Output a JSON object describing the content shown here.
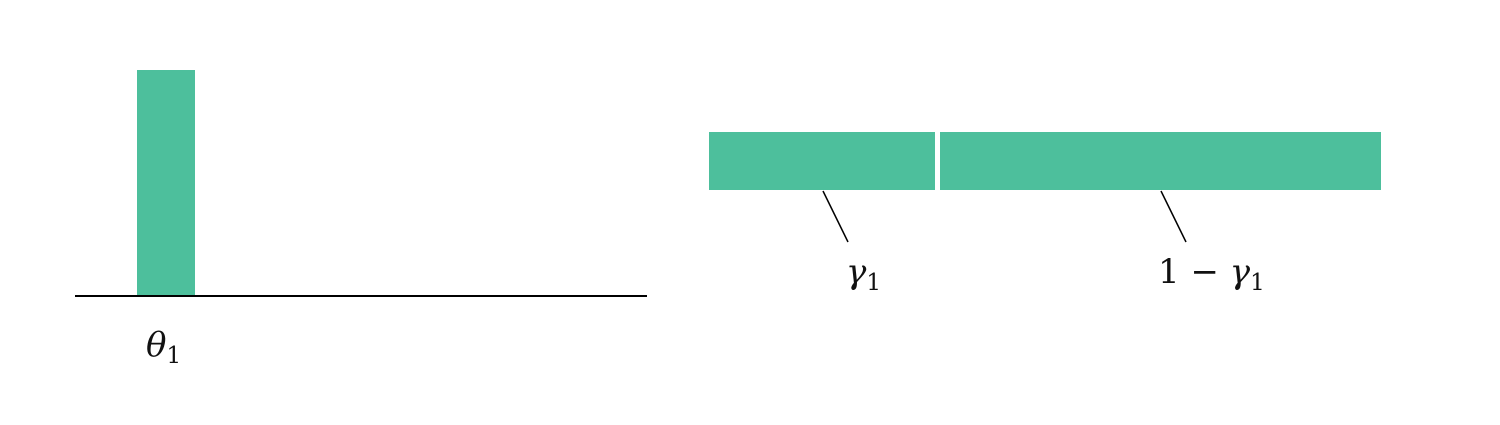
{
  "colors": {
    "bar": "#4dbf9c",
    "line": "#000000",
    "background": "#ffffff"
  },
  "left_panel": {
    "atom_label_symbol": "θ",
    "atom_label_subscript": "1"
  },
  "right_panel": {
    "segment_1_label_symbol": "γ",
    "segment_1_label_subscript": "1",
    "segment_2_label_prefix": "1 − ",
    "segment_2_label_symbol": "γ",
    "segment_2_label_subscript": "1"
  }
}
